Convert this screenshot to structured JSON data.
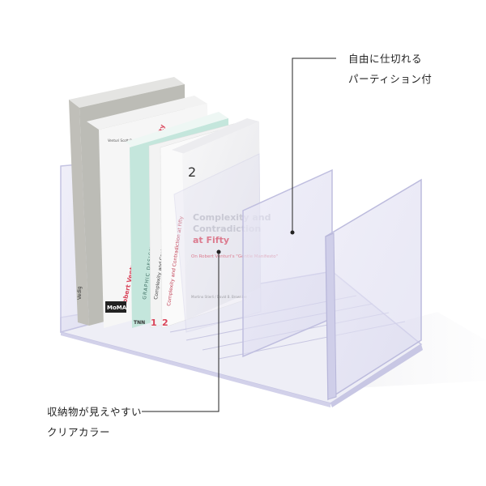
{
  "callouts": {
    "top": {
      "line1": "自由に仕切れる",
      "line2": "パーティション付"
    },
    "bottom": {
      "line1": "収納物が見えやすい",
      "line2": "クリアカラー"
    }
  },
  "books": {
    "book1": {
      "spine_text": "Vedig"
    },
    "book2": {
      "spine_text": "Robert Venturi's Complexity and Contradiction at Fifty",
      "publisher": "MoMA",
      "cover_text": "Venturi Scott Brown"
    },
    "book3": {
      "spine_text": "GRAPHIC DESIGN THEORY",
      "publisher": "TNN"
    },
    "book4": {
      "spine_text": "Complexity and Contradiction in Architecture",
      "number": "1"
    },
    "book5": {
      "spine_text": "Complexity and Contradiction at Fifty",
      "number": "2"
    },
    "front_cover": {
      "number": "2",
      "title": "Complexity and Contradiction at Fifty",
      "subtitle": "On Robert Venturi's \"Gentle Manifesto\"",
      "authors": "Martino Stierli / David B. Brownlee"
    }
  },
  "colors": {
    "accent_red": "#d9445a",
    "acrylic": "#c9c8e8",
    "spine_teal": "#bfe3d9",
    "spine_dark": "#bdbcb6"
  }
}
